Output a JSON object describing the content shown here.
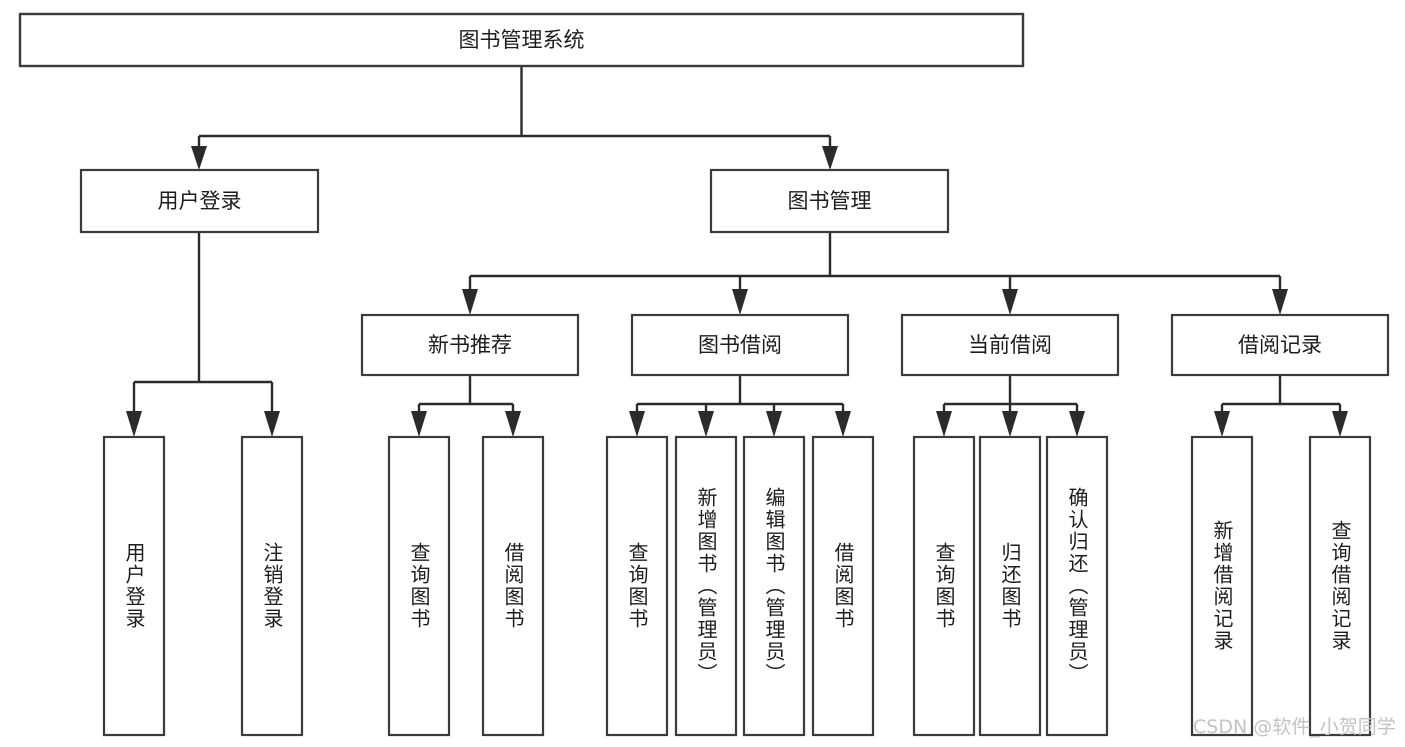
{
  "diagram": {
    "type": "tree",
    "title": "图书管理系统",
    "orientation": "top-down",
    "root": {
      "id": "root",
      "label": "图书管理系统"
    },
    "level2": [
      {
        "id": "user-login",
        "label": "用户登录"
      },
      {
        "id": "book-manage",
        "label": "图书管理"
      }
    ],
    "level3": [
      {
        "id": "new-book-rec",
        "label": "新书推荐",
        "parent": "book-manage"
      },
      {
        "id": "book-borrow",
        "label": "图书借阅",
        "parent": "book-manage"
      },
      {
        "id": "current-borrow",
        "label": "当前借阅",
        "parent": "book-manage"
      },
      {
        "id": "borrow-record",
        "label": "借阅记录",
        "parent": "book-manage"
      }
    ],
    "leaves": {
      "user-login": [
        {
          "id": "leaf-user-login",
          "label": "用户登录"
        },
        {
          "id": "leaf-logout",
          "label": "注销登录"
        }
      ],
      "new-book-rec": [
        {
          "id": "leaf-query-book-1",
          "label": "查询图书"
        },
        {
          "id": "leaf-borrow-book-1",
          "label": "借阅图书"
        }
      ],
      "book-borrow": [
        {
          "id": "leaf-query-book-2",
          "label": "查询图书"
        },
        {
          "id": "leaf-add-book",
          "label": "新增图书（管理员）"
        },
        {
          "id": "leaf-edit-book",
          "label": "编辑图书（管理员）"
        },
        {
          "id": "leaf-borrow-book-2",
          "label": "借阅图书"
        }
      ],
      "current-borrow": [
        {
          "id": "leaf-query-book-3",
          "label": "查询图书"
        },
        {
          "id": "leaf-return-book",
          "label": "归还图书"
        },
        {
          "id": "leaf-confirm-return",
          "label": "确认归还（管理员）"
        }
      ],
      "borrow-record": [
        {
          "id": "leaf-add-record",
          "label": "新增借阅记录"
        },
        {
          "id": "leaf-query-record",
          "label": "查询借阅记录"
        }
      ]
    }
  },
  "watermark": {
    "text": "CSDN @软件_小贺同学"
  },
  "colors": {
    "box_stroke": "#3b3b3b",
    "connector": "#2b2b2b",
    "text": "#1d1d1d",
    "background": "#ffffff",
    "watermark": "#c3c3c3"
  }
}
